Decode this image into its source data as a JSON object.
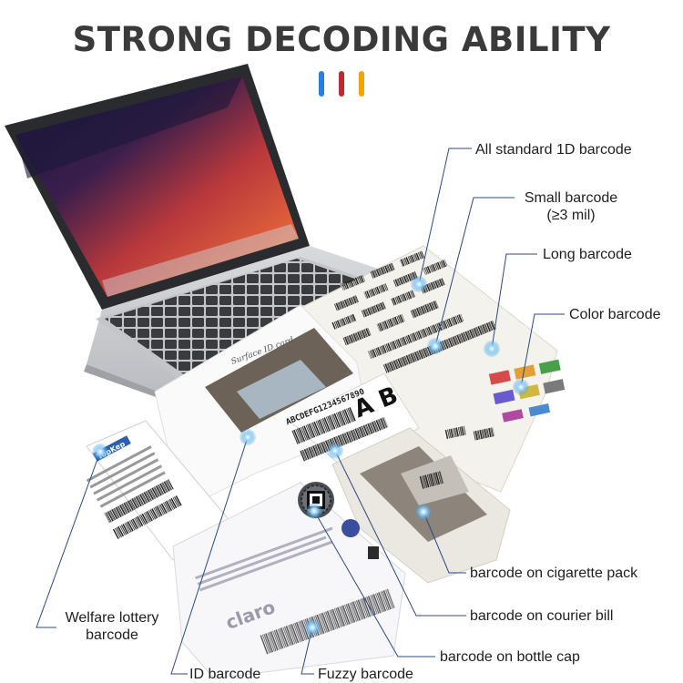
{
  "title": "STRONG DECODING ABILITY",
  "accent_colors": [
    "#2a7de1",
    "#c0282d",
    "#f0a500"
  ],
  "labels": {
    "all_1d": "All standard 1D barcode",
    "small_line1": "Small barcode",
    "small_line2": "(≥3 mil)",
    "long": "Long barcode",
    "color": "Color barcode",
    "cigarette": "barcode on cigarette pack",
    "courier": "barcode on courier bill",
    "bottle_cap": "barcode on bottle cap",
    "lottery_line1": "Welfare lottery",
    "lottery_line2": "barcode",
    "id": "ID barcode",
    "fuzzy": "Fuzzy barcode"
  },
  "documents": {
    "lottery_brand": "TopKep",
    "courier_code": "ABCDEFG1234567890",
    "courier_letters": "A B",
    "carrier_brand": "claro",
    "handwriting": "Surface ID card"
  },
  "colors": {
    "leader_line": "#2c4a80",
    "scan_dot": "#3b9bd8"
  }
}
